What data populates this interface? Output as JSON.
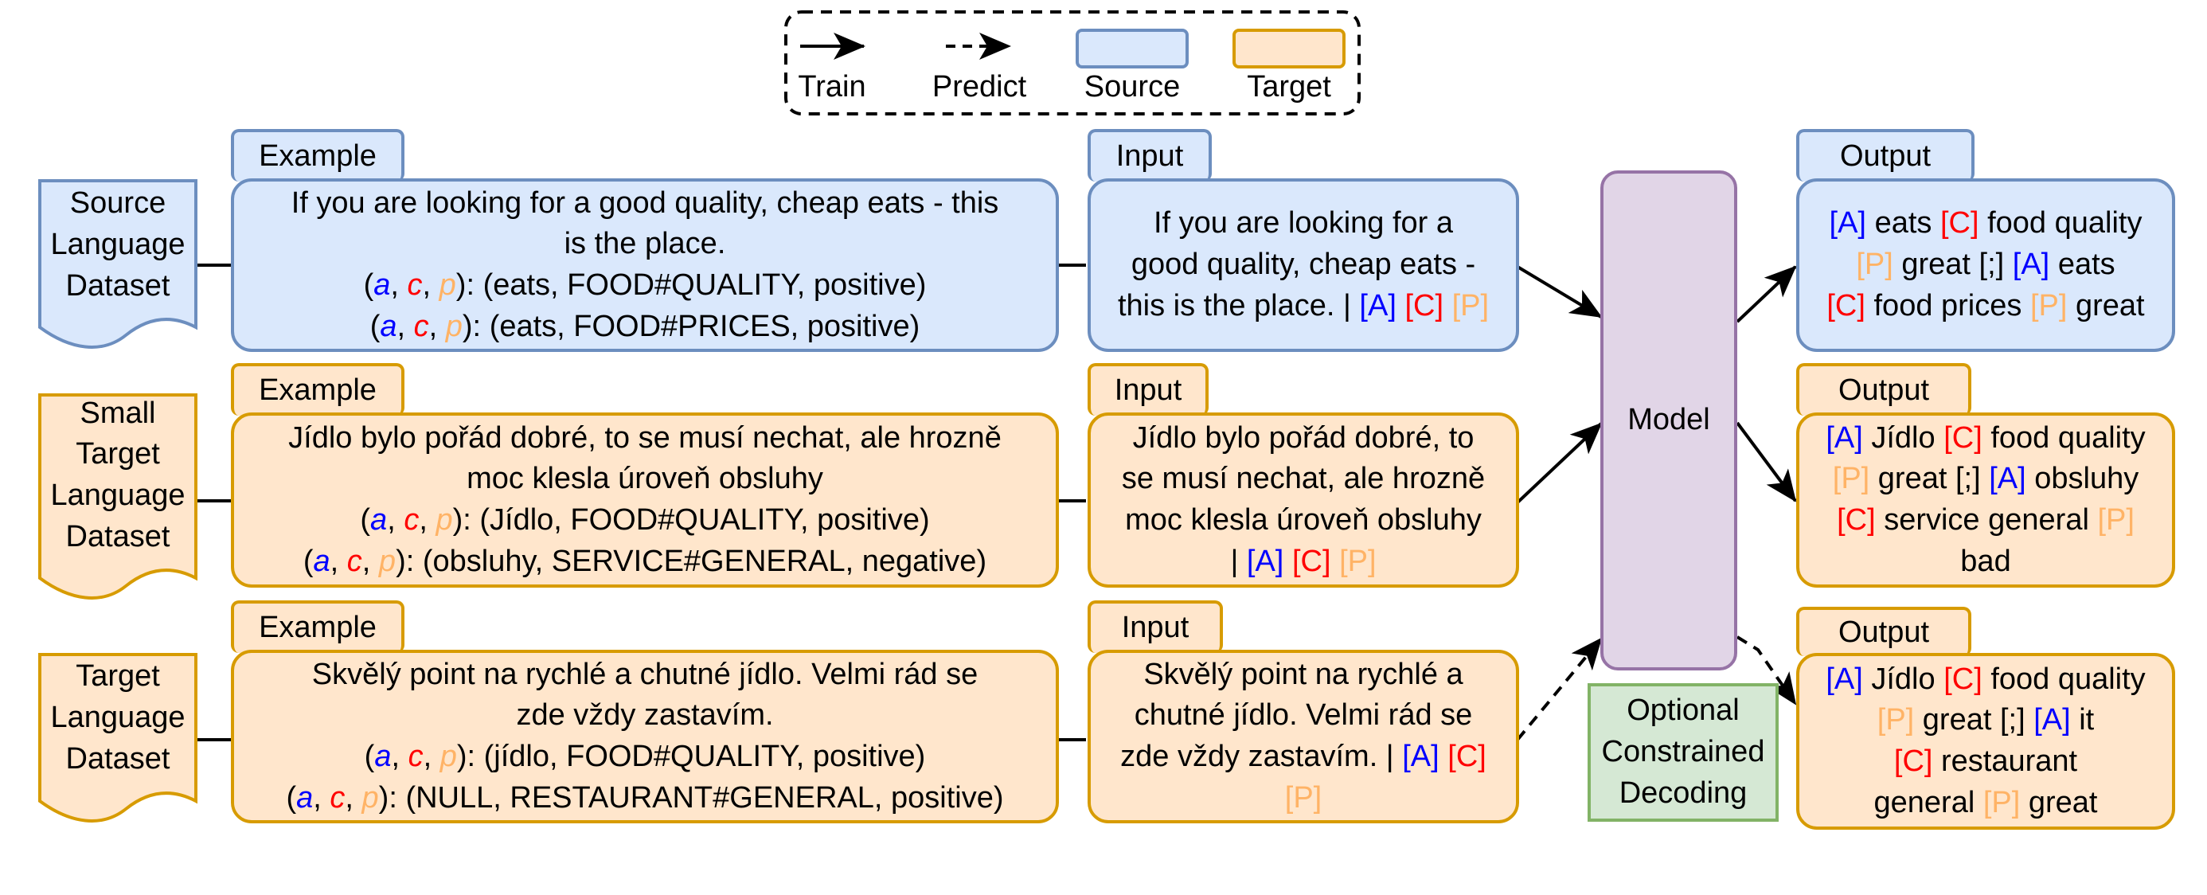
{
  "legend": {
    "train": "Train",
    "predict": "Predict",
    "source": "Source",
    "target": "Target"
  },
  "datasets": {
    "source": [
      "Source",
      "Language",
      "Dataset"
    ],
    "small_target": [
      "Small",
      "Target",
      "Language",
      "Dataset"
    ],
    "target": [
      "Target",
      "Language",
      "Dataset"
    ]
  },
  "tags": {
    "example": "Example",
    "input": "Input",
    "output": "Output"
  },
  "markers": {
    "a": "a",
    "c": "c",
    "p": "p",
    "A": "[A]",
    "C": "[C]",
    "P": "[P]",
    "comma": ", ",
    "tuple_close": "): "
  },
  "rows": [
    {
      "example_text": [
        "If you are looking for a good quality, cheap eats - this",
        "is the place."
      ],
      "tuples": [
        "(eats, FOOD#QUALITY, positive)",
        "(eats, FOOD#PRICES, positive)"
      ],
      "input_text": [
        "If you are looking for a",
        "good quality, cheap eats -",
        "this is the place. | "
      ],
      "output": {
        "l1_t1": "eats",
        "l1_t2": "food quality",
        "l2_t1": "great [;]",
        "l2_t2": "eats",
        "l3_t1": "food prices",
        "l3_t2": "great"
      }
    },
    {
      "example_text": [
        "Jídlo bylo pořád dobré, to se musí nechat, ale hrozně",
        "moc klesla úroveň obsluhy"
      ],
      "tuples": [
        "(Jídlo, FOOD#QUALITY, positive)",
        "(obsluhy, SERVICE#GENERAL, negative)"
      ],
      "input_text": [
        "Jídlo bylo pořád dobré, to",
        "se musí nechat, ale hrozně",
        "moc klesla úroveň obsluhy",
        "| "
      ],
      "output": {
        "l1_t1": "Jídlo",
        "l1_t2": "food quality",
        "l2_t1": "great [;]",
        "l2_t2": "obsluhy",
        "l3_t1": "service general",
        "l4": "bad"
      }
    },
    {
      "example_text": [
        "Skvělý point na rychlé a chutné jídlo. Velmi rád se",
        "zde vždy zastavím."
      ],
      "tuples": [
        "(jídlo, FOOD#QUALITY, positive)",
        "(NULL, RESTAURANT#GENERAL, positive)"
      ],
      "input_text": [
        "Skvělý point na rychlé a",
        "chutné jídlo. Velmi rád se",
        "zde vždy zastavím. | "
      ],
      "output": {
        "l1_t1": "Jídlo",
        "l1_t2": "food quality",
        "l2_t1": "great [;]",
        "l2_t2": "it",
        "l3_t1": "restaurant",
        "l4_t1": "general",
        "l4_t2": "great"
      }
    }
  ],
  "model": "Model",
  "decoding": [
    "Optional",
    "Constrained",
    "Decoding"
  ],
  "colors": {
    "source_fill": "#dae8fc",
    "source_stroke": "#6c8ebf",
    "target_fill": "#ffe6cc",
    "target_stroke": "#d79b00",
    "model_fill": "#e1d5e7",
    "model_stroke": "#9673a6",
    "decoding_fill": "#d5e8d4",
    "decoding_stroke": "#82b366",
    "aspect": "#0000ff",
    "category": "#ff0000",
    "polarity": "#ffb366"
  }
}
